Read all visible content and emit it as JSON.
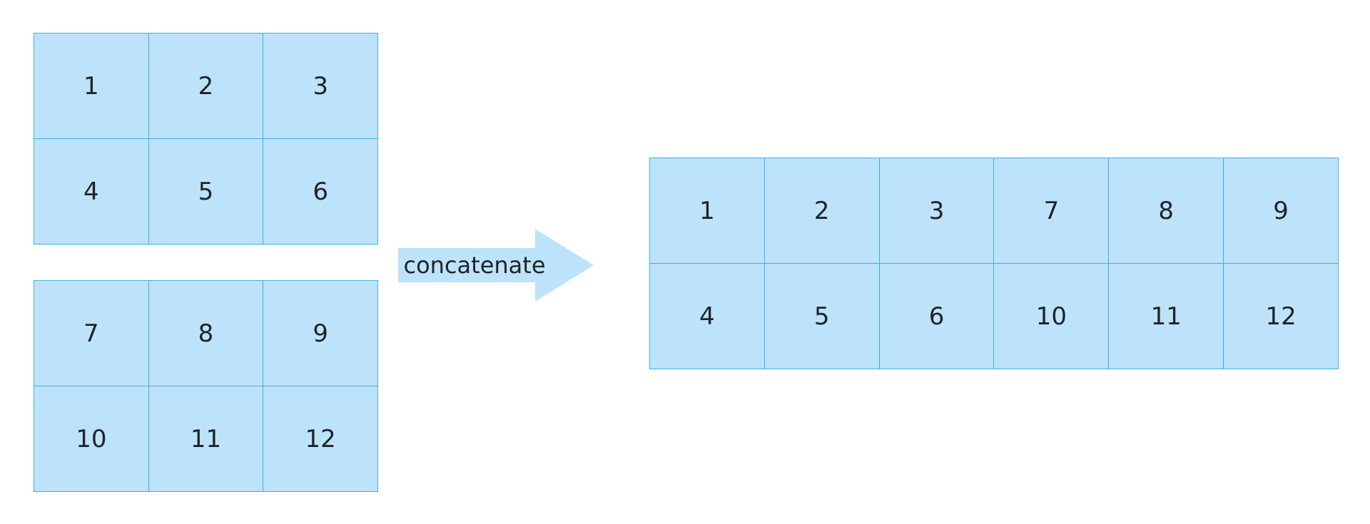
{
  "colors": {
    "cell_fill": "#bde3fb",
    "cell_border": "#3eb0e3",
    "arrow_fill": "#bde3fb",
    "text": "#1f2328"
  },
  "operation_label": "concatenate",
  "input_a": [
    "1",
    "2",
    "3",
    "4",
    "5",
    "6"
  ],
  "input_b": [
    "7",
    "8",
    "9",
    "10",
    "11",
    "12"
  ],
  "result": [
    "1",
    "2",
    "3",
    "7",
    "8",
    "9",
    "4",
    "5",
    "6",
    "10",
    "11",
    "12"
  ]
}
